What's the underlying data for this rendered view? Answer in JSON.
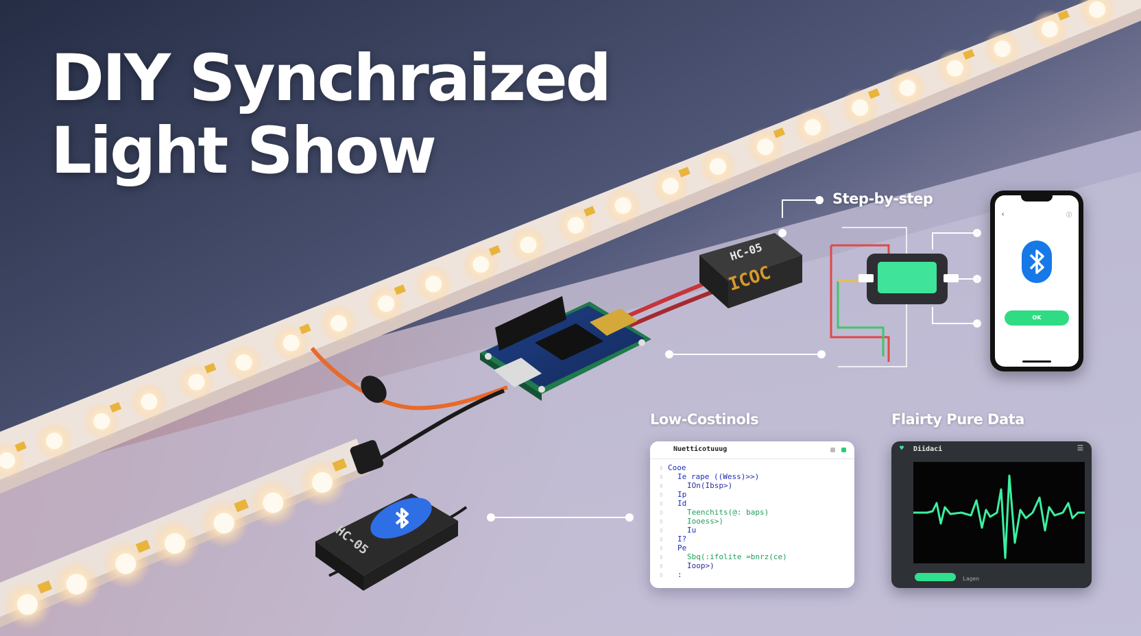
{
  "title": {
    "line1": "DIY Synchraized",
    "line2": "Light Show"
  },
  "labels": {
    "step": "Step-by-step",
    "low_cost": "Low-Costinols",
    "pure_data": "Flairty Pure Data"
  },
  "devices": {
    "controller_top": "HC-05",
    "controller_bottom": "ICOC",
    "bt_module": "HC-05"
  },
  "code_panel": {
    "title": "Nuetticotuuug",
    "lines": [
      {
        "t": "Cooe",
        "c": "kw",
        "indent": 0
      },
      {
        "t": "Ie rape ((Wess)>>)",
        "c": "mix",
        "indent": 1
      },
      {
        "t": "IOn(Ibsp>)",
        "c": "fn",
        "indent": 2
      },
      {
        "t": "Ip",
        "c": "kw",
        "indent": 1
      },
      {
        "t": "Id",
        "c": "kw",
        "indent": 1
      },
      {
        "t": "Teenchits(@: baps)",
        "c": "mix2",
        "indent": 2
      },
      {
        "t": "Iooess>)",
        "c": "gr",
        "indent": 2
      },
      {
        "t": "Iu",
        "c": "kw",
        "indent": 2
      },
      {
        "t": "I?",
        "c": "kw",
        "indent": 1
      },
      {
        "t": "Pe",
        "c": "kw",
        "indent": 1
      },
      {
        "t": "Sbq(:ifolite =bnrz(ce)",
        "c": "mix3",
        "indent": 2
      },
      {
        "t": "Ioop>)",
        "c": "fn",
        "indent": 2
      },
      {
        "t": ":",
        "c": "kw",
        "indent": 1
      }
    ]
  },
  "scope_panel": {
    "title": "Diidaci",
    "footer": "Lagen"
  },
  "phone": {
    "button": "OK"
  },
  "colors": {
    "accent_green": "#2fdc83",
    "bluetooth_blue": "#1778e8",
    "trace_green": "#3cf0a0"
  }
}
